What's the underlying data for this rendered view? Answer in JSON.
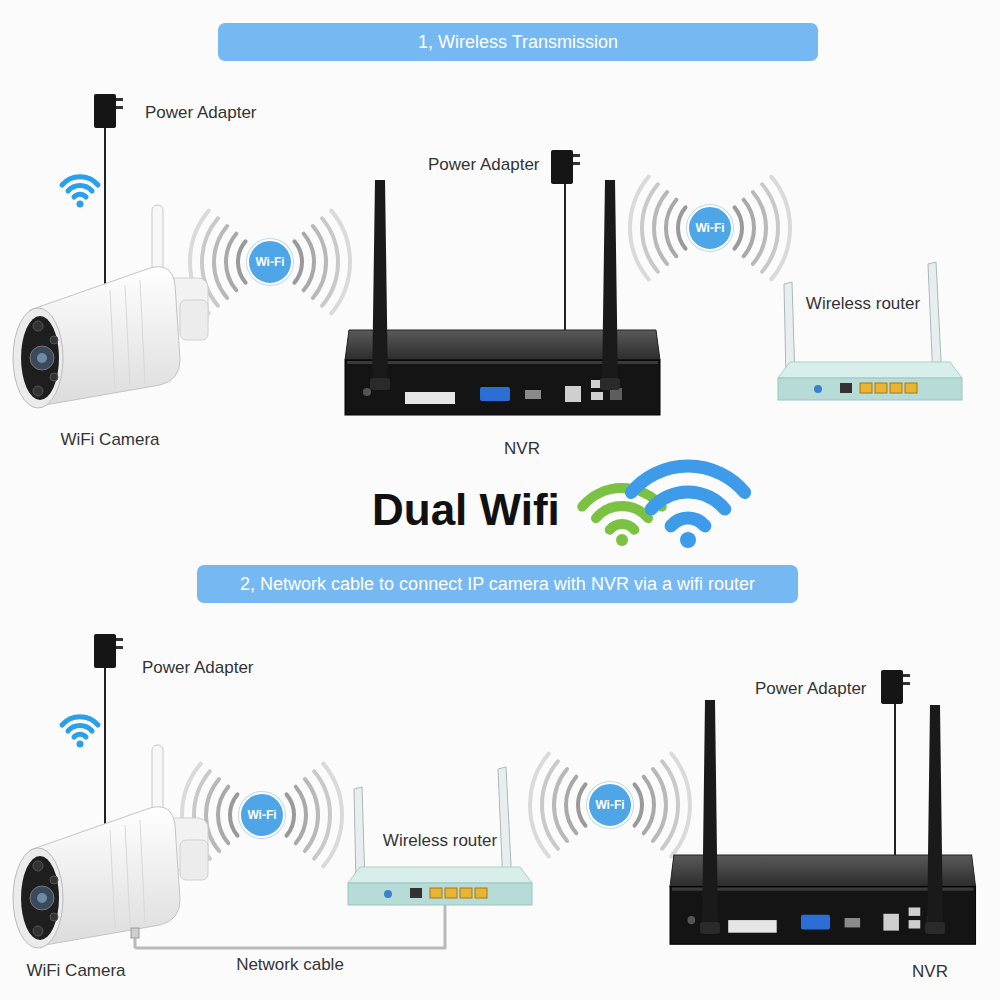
{
  "diagram": {
    "title": "Dual Wifi",
    "nodes": [
      {
        "text": [
          "1, Wireless Transmission"
        ]
      },
      {
        "text": [
          "WiFi Camera"
        ]
      },
      {
        "text": [
          "Wi-Fi"
        ]
      },
      {
        "text": [
          "NVR"
        ]
      },
      {
        "text": [
          "Wi-Fi"
        ]
      },
      {
        "text": [
          "Wireless router"
        ]
      },
      {
        "text": [
          "2, Network cable to connect IP camera with NVR via a wifi router"
        ]
      },
      {
        "text": [
          "WiFi Camera"
        ]
      },
      {
        "text": [
          "Wi-Fi"
        ]
      },
      {
        "text": [
          "Wireless router"
        ]
      },
      {
        "text": [
          "Wi-Fi"
        ]
      },
      {
        "text": [
          "NVR"
        ]
      }
    ],
    "edges": [
      {
        "from": 7,
        "to": 9,
        "arrow": "none",
        "label": "Network cable"
      }
    ],
    "labels": [
      "Power Adapter",
      "Power Adapter",
      "Power Adapter",
      "Power Adapter"
    ]
  }
}
